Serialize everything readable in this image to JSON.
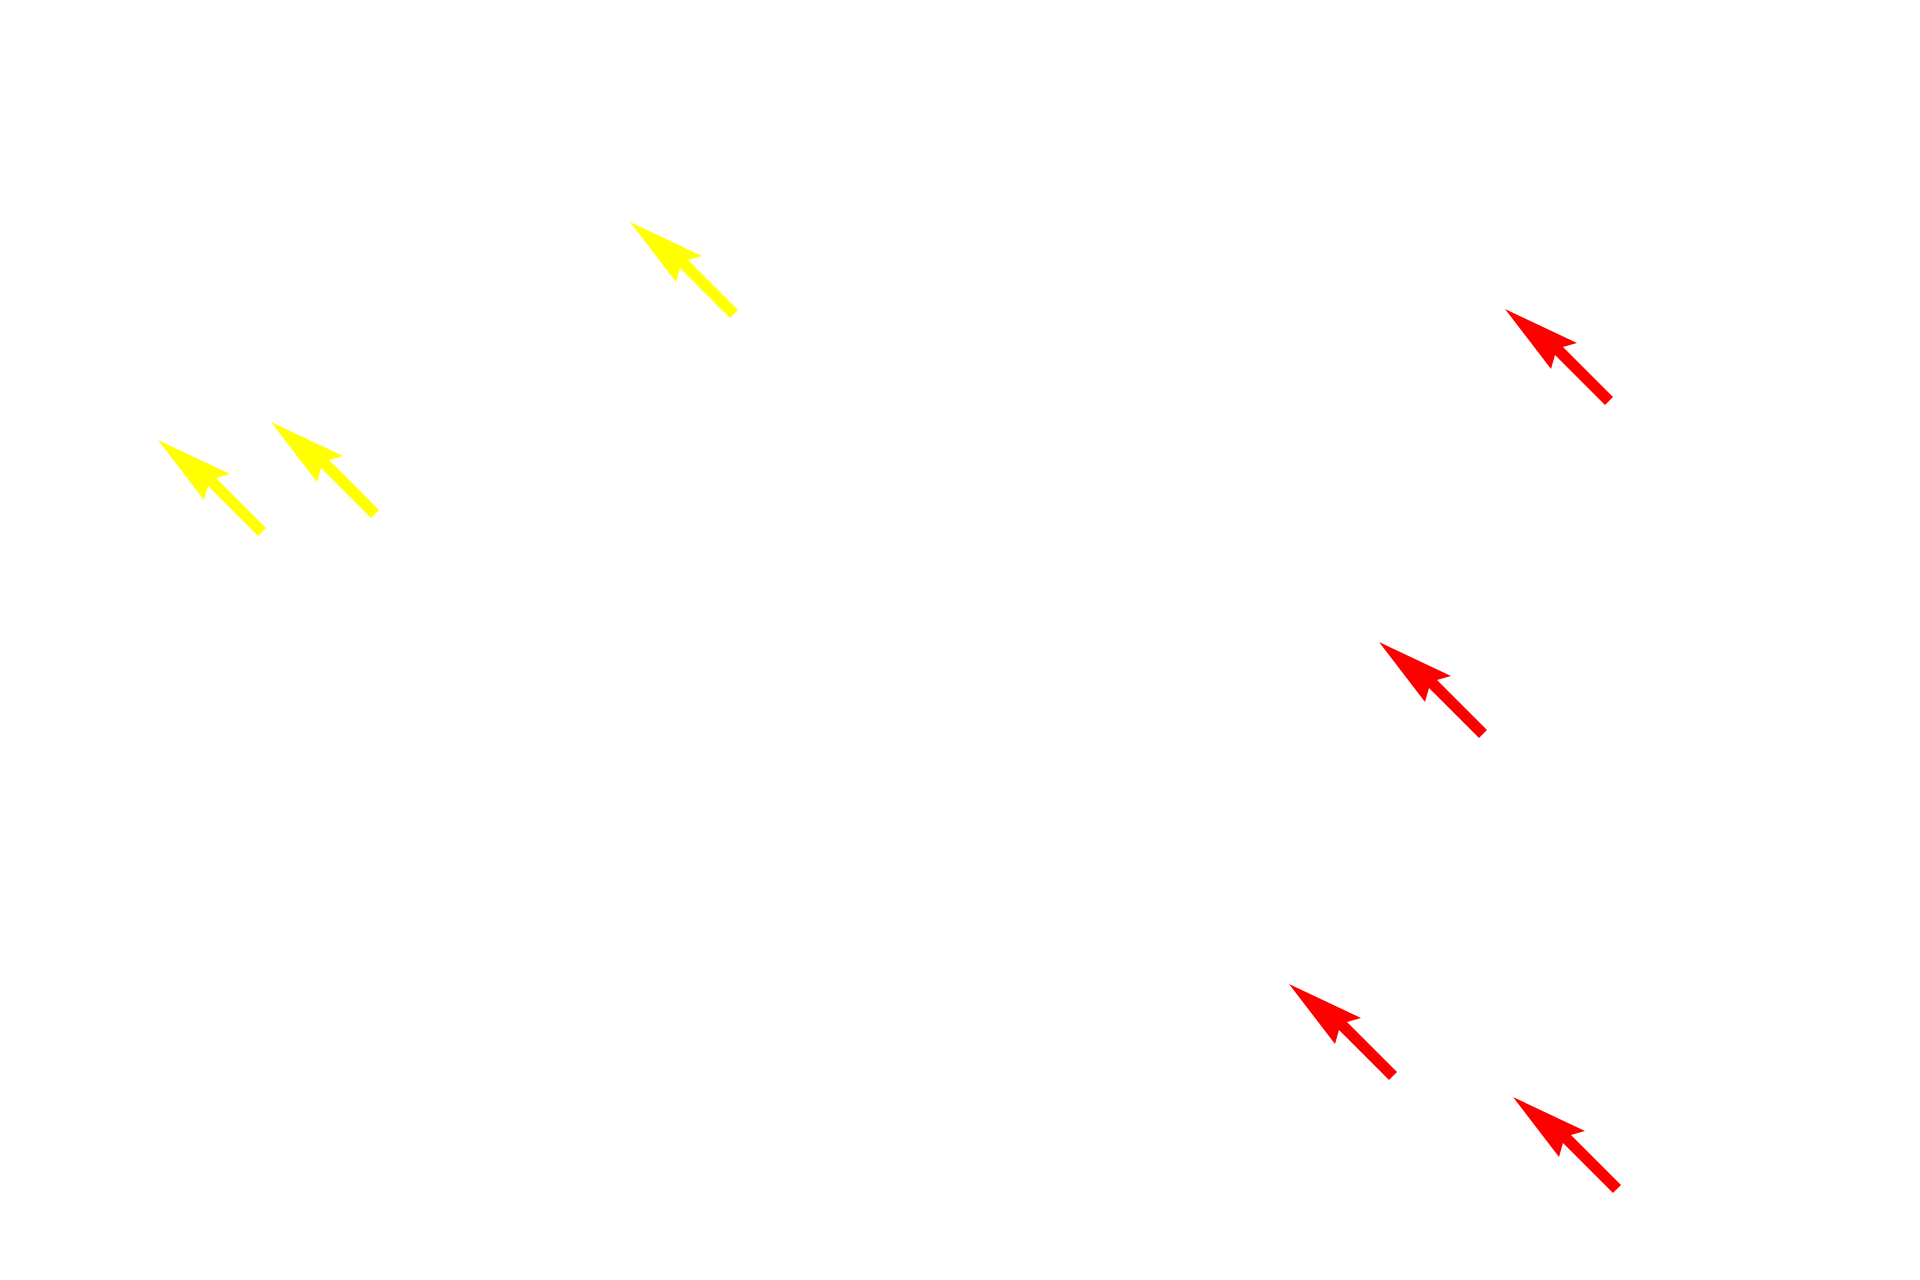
{
  "canvas": {
    "background": "#ffffff"
  },
  "colors": {
    "yellow": "#ffff00",
    "red": "#ff0000"
  },
  "arrows": [
    {
      "name": "yellow-arrow-1",
      "icon": "arrow-up-left-icon",
      "color": "yellow"
    },
    {
      "name": "yellow-arrow-2",
      "icon": "arrow-up-left-icon",
      "color": "yellow"
    },
    {
      "name": "yellow-arrow-3",
      "icon": "arrow-up-left-icon",
      "color": "yellow"
    },
    {
      "name": "red-arrow-1",
      "icon": "arrow-up-left-icon",
      "color": "red"
    },
    {
      "name": "red-arrow-2",
      "icon": "arrow-up-left-icon",
      "color": "red"
    },
    {
      "name": "red-arrow-3",
      "icon": "arrow-up-left-icon",
      "color": "red"
    },
    {
      "name": "red-arrow-4",
      "icon": "arrow-up-left-icon",
      "color": "red"
    }
  ]
}
